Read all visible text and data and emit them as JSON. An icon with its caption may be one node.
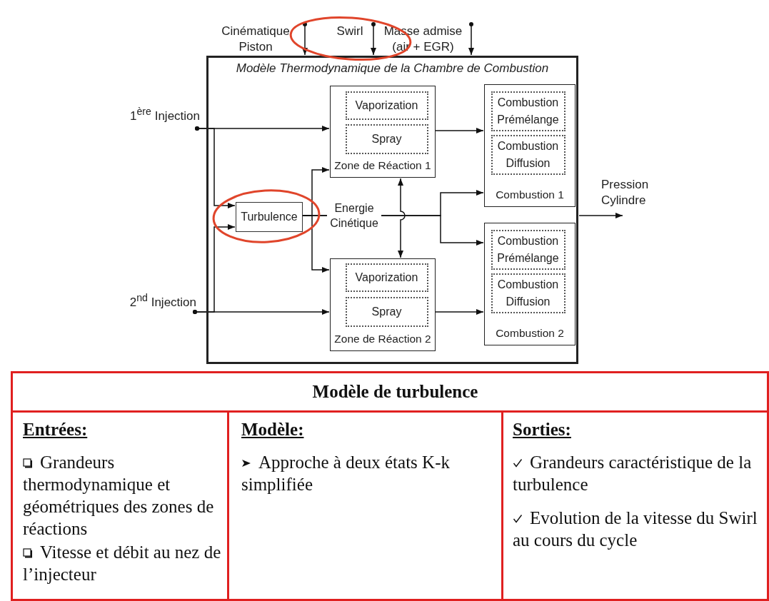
{
  "diagram": {
    "nodes": [
      {
        "text": [
          "Cinématique Piston"
        ]
      },
      {
        "text": [
          "Swirl"
        ]
      },
      {
        "text": [
          "Masse admise (air + EGR)"
        ]
      },
      {
        "text": [
          "Modèle Thermodynamique de la Chambre de Combustion"
        ]
      },
      {
        "text": [
          "1$^{ère}$ Injection"
        ]
      },
      {
        "text": [
          "2$^{nd}$ Injection"
        ]
      },
      {
        "text": [
          "Turbulence"
        ],
        "in": 3
      },
      {
        "text": [
          "Zone de Réaction 1"
        ],
        "in": 3
      },
      {
        "text": [
          "Vaporization"
        ],
        "in": 7
      },
      {
        "text": [
          "Spray"
        ],
        "in": 7
      },
      {
        "text": [
          "Combustion 1"
        ],
        "in": 3
      },
      {
        "text": [
          "Combustion Prémélange"
        ],
        "in": 10
      },
      {
        "text": [
          "Combustion Diffusion"
        ],
        "in": 10
      },
      {
        "text": [
          "Zone de Réaction 2"
        ],
        "in": 3
      },
      {
        "text": [
          "Vaporization"
        ],
        "in": 13
      },
      {
        "text": [
          "Spray"
        ],
        "in": 13
      },
      {
        "text": [
          "Combustion 2"
        ],
        "in": 3
      },
      {
        "text": [
          "Combustion Prémélange"
        ],
        "in": 16
      },
      {
        "text": [
          "Combustion Diffusion"
        ],
        "in": 16
      },
      {
        "text": [
          "Pression Cylindre"
        ]
      }
    ],
    "edges": [
      {
        "from": 0,
        "to": 3,
        "arrow": "to"
      },
      {
        "from": 1,
        "to": 3,
        "arrow": "to"
      },
      {
        "from": 2,
        "to": 3,
        "arrow": "to"
      },
      {
        "from": 4,
        "to": 7,
        "arrow": "to"
      },
      {
        "from": 4,
        "to": 6,
        "arrow": "to"
      },
      {
        "from": 5,
        "to": 13,
        "arrow": "to"
      },
      {
        "from": 5,
        "to": 6,
        "arrow": "to"
      },
      {
        "from": 6,
        "to": 7,
        "arrow": "to"
      },
      {
        "from": 6,
        "to": 13,
        "arrow": "to"
      },
      {
        "from": 6,
        "to": 10,
        "arrow": "to",
        "label": "Energie Cinétique"
      },
      {
        "from": 6,
        "to": 16,
        "arrow": "to"
      },
      {
        "from": 7,
        "to": 13,
        "arrow": "both"
      },
      {
        "from": 7,
        "to": 10,
        "arrow": "to"
      },
      {
        "from": 13,
        "to": 16,
        "arrow": "to"
      },
      {
        "from": 3,
        "to": 19,
        "arrow": "to"
      }
    ],
    "labels": [
      "Modèle de turbulence",
      "Entrées:",
      "Grandeurs thermodynamique et géométriques des zones de réactions",
      "Vitesse et débit au nez de l’injecteur",
      "Modèle:",
      "Approche à deux états K-k simplifiée",
      "Sorties:",
      "Grandeurs caractéristique de la turbulence",
      "Evolution de la vitesse du Swirl au cours du cycle"
    ]
  }
}
